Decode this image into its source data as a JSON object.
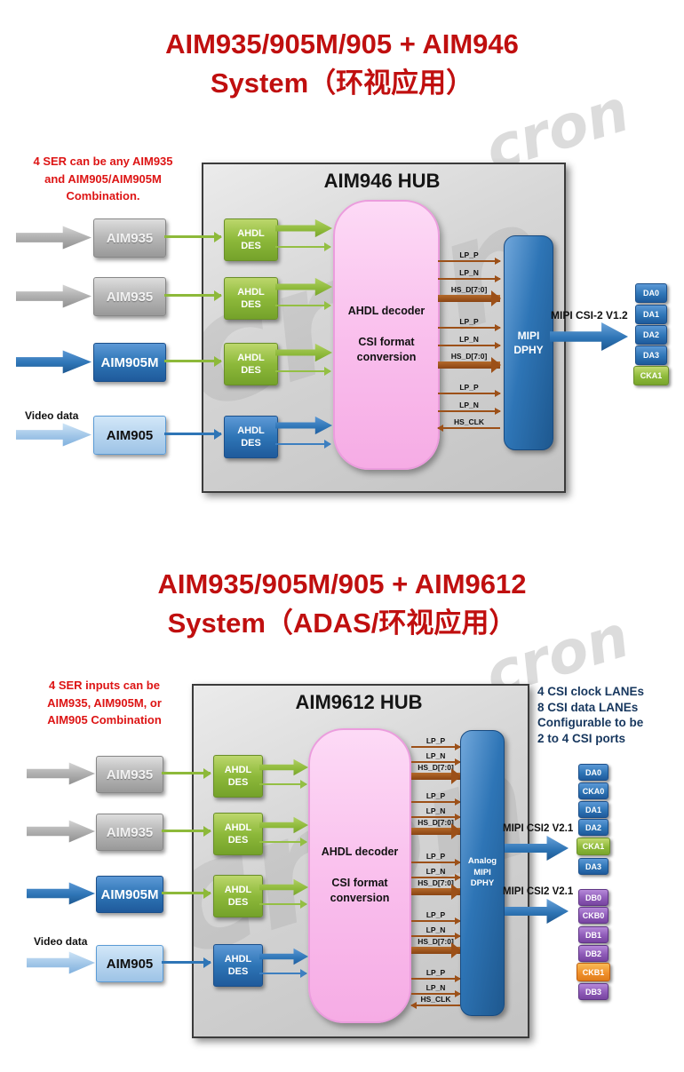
{
  "watermark": "cron",
  "colors": {
    "title_red": "#c00f0f",
    "note_red": "#dd1414",
    "info_blue": "#17375e",
    "blue": "#2e75b6",
    "light_blue": "#9dc3e6",
    "green": "#8db93a",
    "pink": "#f9bdec",
    "signal_brown": "#9c5018",
    "purple": "#8e5bb8",
    "orange": "#f0912d",
    "gray": "#a6a6a6"
  },
  "top": {
    "title_line1": "AIM935/905M/905 + AIM946",
    "title_line2": "System（环视应用）",
    "note_line1": "4 SER can be any AIM935",
    "note_line2": "and AIM905/AIM905M",
    "note_line3": "Combination.",
    "hub_title": "AIM946 HUB",
    "video_label": "Video data",
    "ser_blocks": [
      "AIM935",
      "AIM935",
      "AIM905M",
      "AIM905"
    ],
    "des_label": "AHDL DES",
    "decoder_line1": "AHDL decoder",
    "decoder_line2": "CSI format",
    "decoder_line3": "conversion",
    "dphy_label": "MIPI DPHY",
    "signals": [
      "LP_P",
      "LP_N",
      "HS_D[7:0]",
      "LP_P",
      "LP_N",
      "HS_D[7:0]",
      "LP_P",
      "LP_N",
      "HS_CLK"
    ],
    "output_label": "MIPI CSI-2 V1.2",
    "lanes": [
      "DA0",
      "DA1",
      "DA2",
      "DA3",
      "CKA1"
    ]
  },
  "bottom": {
    "title_line1": "AIM935/905M/905 + AIM9612",
    "title_line2": "System（ADAS/环视应用）",
    "note_line1": "4 SER inputs can be",
    "note_line2": "AIM935, AIM905M, or",
    "note_line3": "AIM905 Combination",
    "hub_title": "AIM9612 HUB",
    "info_line1": "4 CSI clock  LANEs",
    "info_line2": "8 CSI data LANEs",
    "info_line3": "Configurable to be",
    "info_line4": "2 to 4 CSI ports",
    "video_label": "Video data",
    "ser_blocks": [
      "AIM935",
      "AIM935",
      "AIM905M",
      "AIM905"
    ],
    "des_label": "AHDL DES",
    "decoder_line1": "AHDL decoder",
    "decoder_line2": "CSI format",
    "decoder_line3": "conversion",
    "dphy_label": "Analog MIPI DPHY",
    "signals": [
      "LP_P",
      "LP_N",
      "HS_D[7:0]",
      "LP_P",
      "LP_N",
      "HS_D[7:0]",
      "LP_P",
      "LP_N",
      "HS_D[7:0]",
      "LP_P",
      "LP_N",
      "HS_D[7:0]",
      "LP_P",
      "LP_N",
      "HS_CLK"
    ],
    "output_a_label": "MIPI CSI2 V2.1",
    "output_b_label": "MIPI CSI2 V2.1",
    "lanes_a": [
      "DA0",
      "CKA0",
      "DA1",
      "DA2",
      "CKA1",
      "DA3"
    ],
    "lanes_b": [
      "DB0",
      "CKB0",
      "DB1",
      "DB2",
      "CKB1",
      "DB3"
    ]
  }
}
